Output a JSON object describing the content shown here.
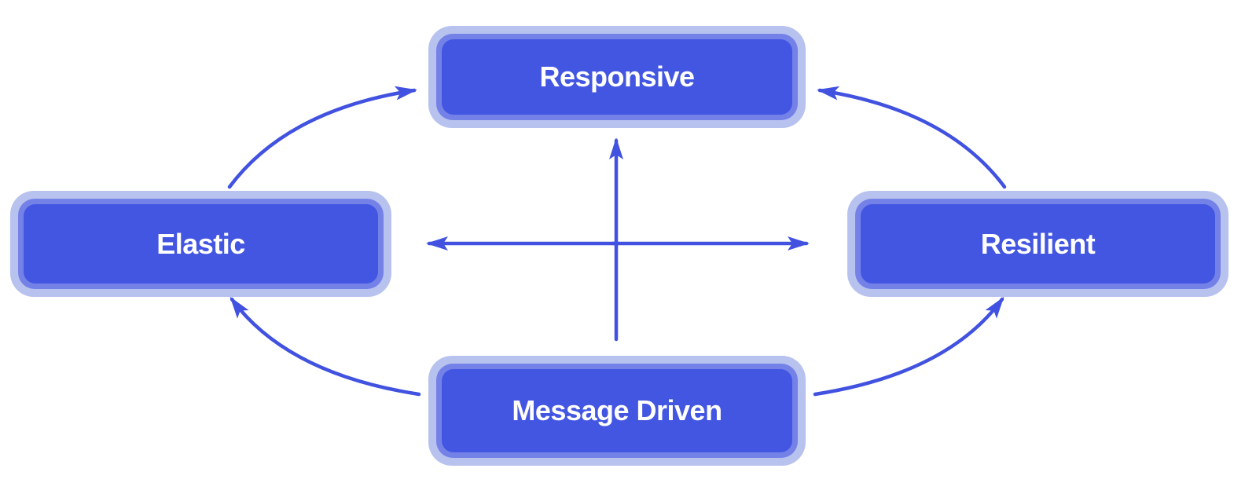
{
  "nodes": {
    "responsive": {
      "label": "Responsive"
    },
    "elastic": {
      "label": "Elastic"
    },
    "resilient": {
      "label": "Resilient"
    },
    "message_driven": {
      "label": "Message Driven"
    }
  },
  "edges": [
    {
      "from": "elastic",
      "to": "responsive",
      "style": "curved"
    },
    {
      "from": "resilient",
      "to": "responsive",
      "style": "curved"
    },
    {
      "from": "message_driven",
      "to": "elastic",
      "style": "curved"
    },
    {
      "from": "message_driven",
      "to": "resilient",
      "style": "curved"
    },
    {
      "from": "center",
      "to": "responsive",
      "style": "straight-up"
    },
    {
      "from": "center",
      "to": "elastic-side",
      "style": "straight-left"
    },
    {
      "from": "center",
      "to": "resilient-side",
      "style": "straight-right"
    }
  ],
  "colors": {
    "box_fill": "#4356e2",
    "box_ring_inner": "#7482e8",
    "box_ring_outer": "#b8c2ef",
    "arrow": "#4152e0",
    "label_text": "#ffffff",
    "background": "#ffffff"
  }
}
